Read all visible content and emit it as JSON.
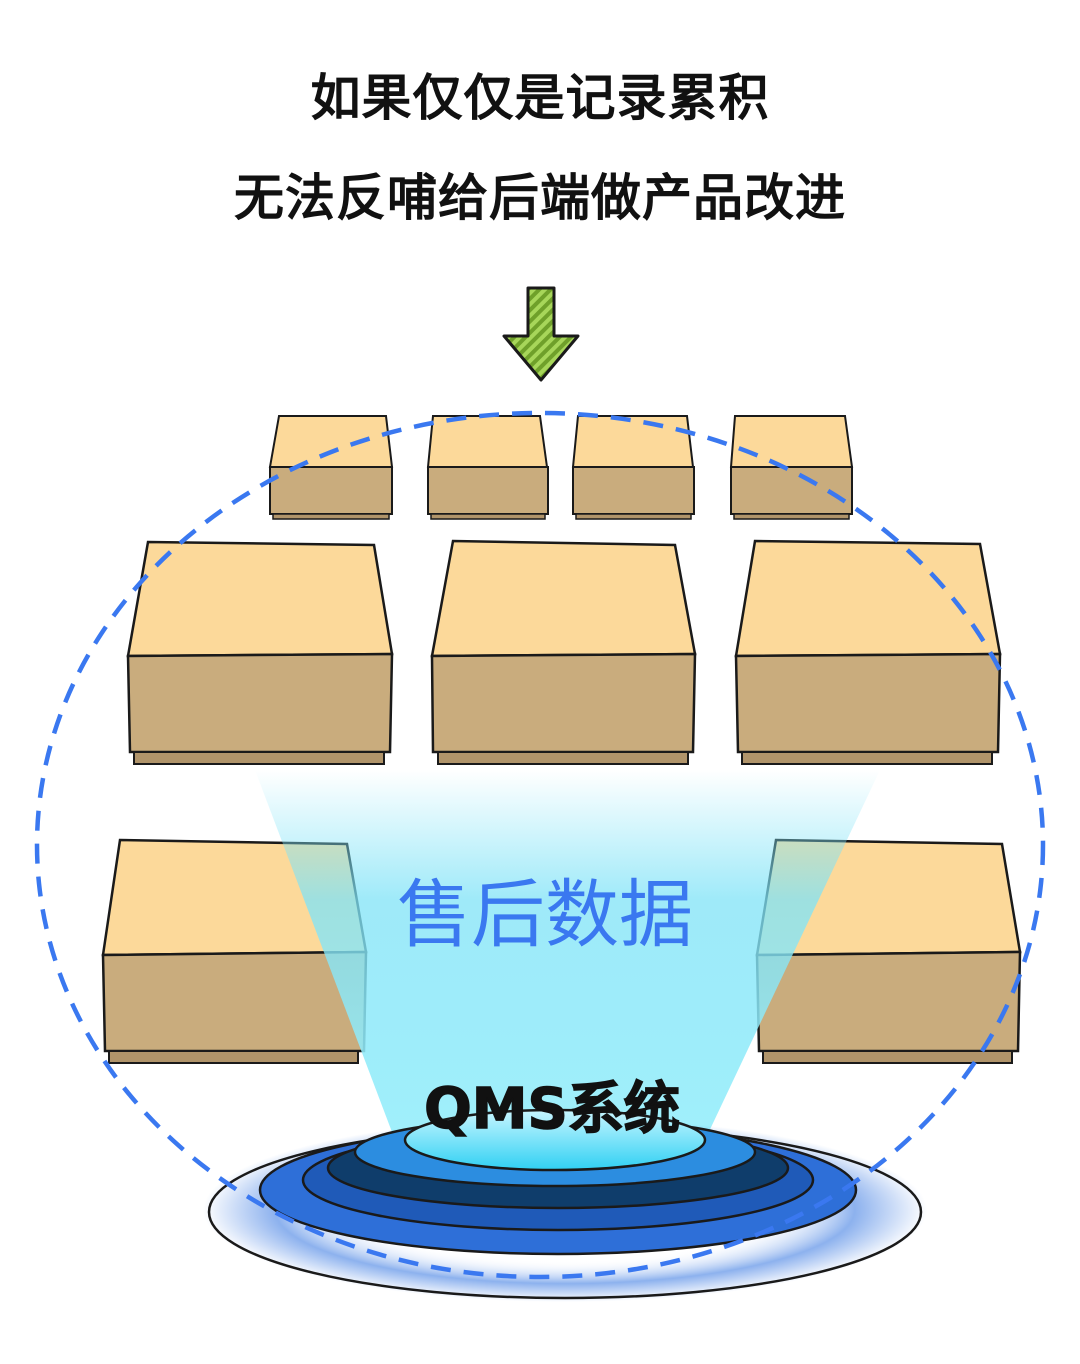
{
  "headline": {
    "line1": "如果仅仅是记录累积",
    "line2": "无法反哺给后端做产品改进"
  },
  "diagram": {
    "center_label": "售后数据",
    "platform_label": "QMS系统",
    "colors": {
      "box_top": "#FCD99A",
      "box_front": "#C9AC7D",
      "box_base": "#B0946A",
      "dashed_ring": "#3A78F0",
      "beam": "#7FE3F7",
      "center_label": "#3A78F0",
      "arrow": "#8CC63F"
    },
    "icons": [
      "down-arrow-icon"
    ]
  }
}
